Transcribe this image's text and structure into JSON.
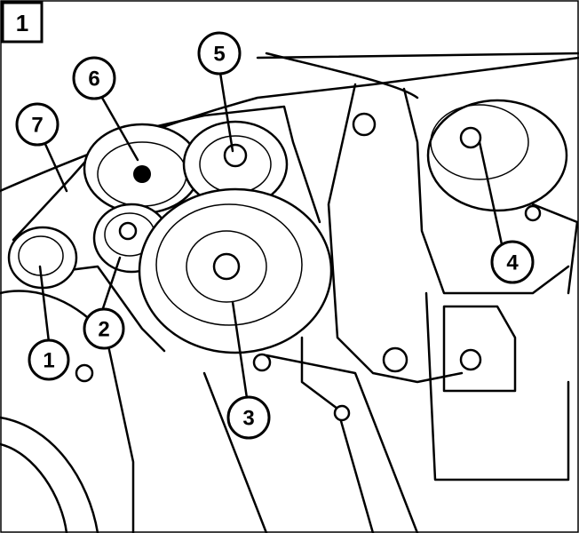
{
  "figure": {
    "number": "1"
  },
  "callouts": [
    {
      "label": "1"
    },
    {
      "label": "2"
    },
    {
      "label": "3"
    },
    {
      "label": "4"
    },
    {
      "label": "5"
    },
    {
      "label": "6"
    },
    {
      "label": "7"
    }
  ]
}
